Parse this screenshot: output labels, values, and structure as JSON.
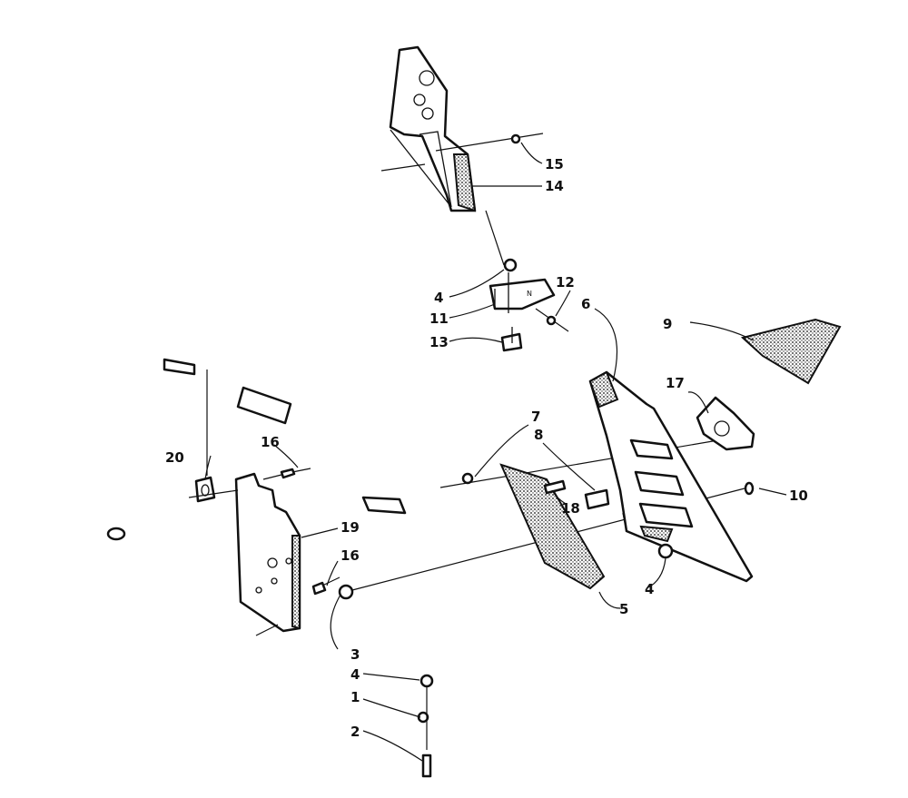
{
  "callouts": {
    "c1": "1",
    "c2": "2",
    "c3": "3",
    "c4a": "4",
    "c4b": "4",
    "c4c": "4",
    "c5": "5",
    "c6": "6",
    "c7": "7",
    "c8": "8",
    "c9": "9",
    "c10": "10",
    "c11": "11",
    "c12": "12",
    "c13": "13",
    "c14": "14",
    "c15": "15",
    "c16a": "16",
    "c16b": "16",
    "c17": "17",
    "c18": "18",
    "c19": "19",
    "c20": "20"
  }
}
